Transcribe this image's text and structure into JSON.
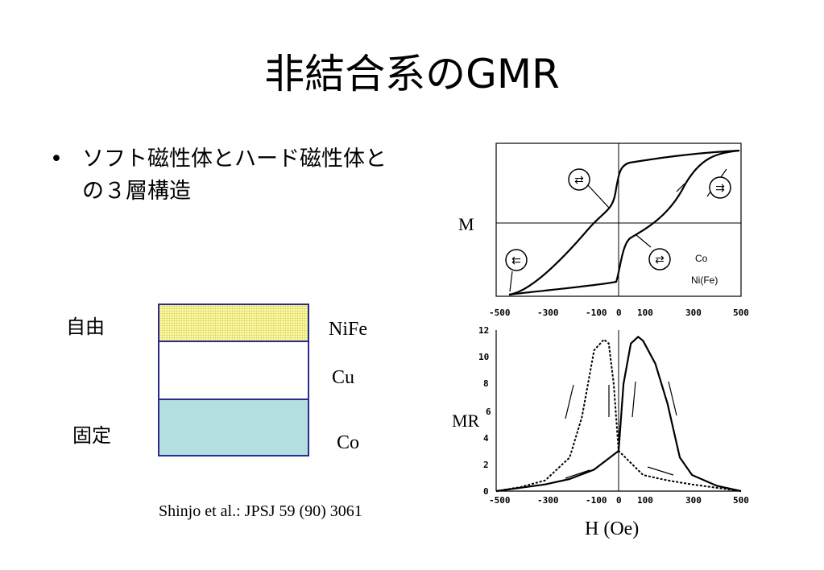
{
  "title": "非結合系のGMR",
  "bullet": {
    "marker": "•",
    "text": "ソフト磁性体とハード磁性体との３層構造"
  },
  "layers": {
    "free_label": "自由",
    "fixed_label": "固定",
    "nife_label": "NiFe",
    "cu_label": "Cu",
    "co_label": "Co"
  },
  "citation": "Shinjo et al.: JPSJ 59 (90) 3061",
  "chart_data": [
    {
      "type": "line",
      "ylabel": "M",
      "xlabel": "",
      "x_ticks": [
        "-500",
        "-300",
        "-100",
        "0",
        "100",
        "300",
        "500"
      ],
      "xlim": [
        -500,
        500
      ],
      "ylim": [
        -1,
        1
      ],
      "legend": [
        "Co",
        "Ni(Fe)"
      ],
      "series": [
        {
          "description_points_x": [
            -500,
            -300,
            -200,
            -100,
            -20,
            0,
            20,
            100,
            300,
            500
          ],
          "y_up_branch": [
            -0.95,
            -0.6,
            -0.4,
            -0.12,
            0.05,
            0.55,
            0.75,
            0.82,
            0.93,
            0.97
          ],
          "y_down_branch": [
            -0.95,
            -0.93,
            -0.88,
            -0.75,
            -0.2,
            0.0,
            0.15,
            0.35,
            0.75,
            0.97
          ]
        }
      ]
    },
    {
      "type": "line",
      "ylabel": "MR",
      "xlabel": "H (Oe)",
      "x_ticks": [
        "-500",
        "-300",
        "-100",
        "0",
        "100",
        "300",
        "500"
      ],
      "y_ticks": [
        "0",
        "2",
        "4",
        "6",
        "8",
        "10",
        "12"
      ],
      "xlim": [
        -500,
        500
      ],
      "ylim": [
        0,
        12
      ],
      "series": [
        {
          "x": [
            -500,
            -400,
            -300,
            -200,
            -150,
            -100,
            -60,
            -40,
            -20,
            0,
            100,
            200,
            300,
            500
          ],
          "y": [
            0,
            0.3,
            0.8,
            2.5,
            5.5,
            10.5,
            11.3,
            11.0,
            8.0,
            3.0,
            1.2,
            0.8,
            0.5,
            0
          ]
        },
        {
          "x": [
            -500,
            -300,
            -200,
            -100,
            0,
            20,
            50,
            80,
            100,
            150,
            200,
            250,
            300,
            400,
            500
          ],
          "y": [
            0,
            0.5,
            0.9,
            1.6,
            3.0,
            8.0,
            11.0,
            11.5,
            11.2,
            9.5,
            6.5,
            2.5,
            1.2,
            0.4,
            0
          ]
        }
      ]
    }
  ]
}
